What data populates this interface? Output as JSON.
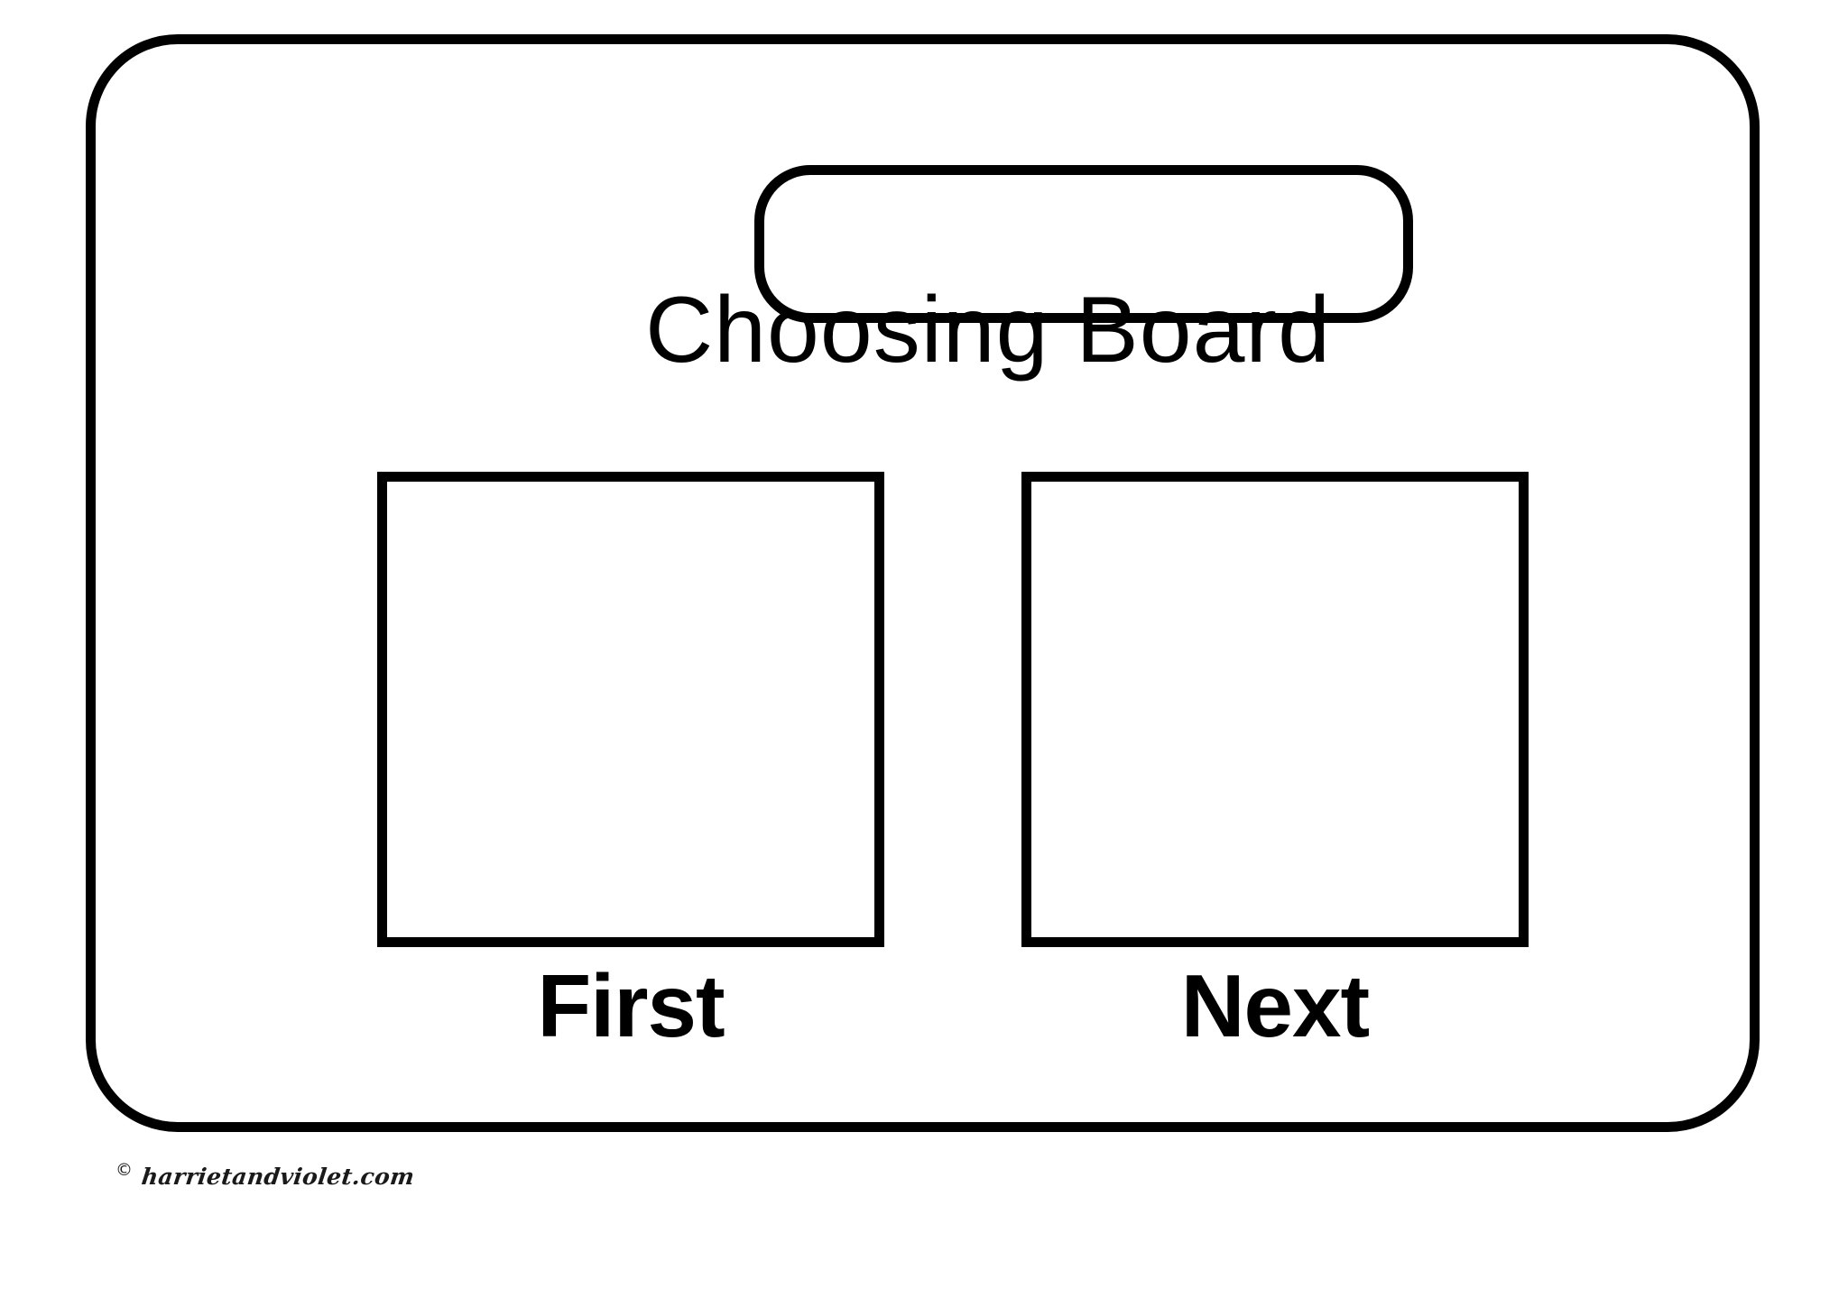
{
  "page": {
    "title": "Choosing Board",
    "background_color": "#ffffff",
    "ink_color": "#000000"
  },
  "board": {
    "title": "Choosing Board",
    "handle": {
      "name": "hanging-handle-slot",
      "label": ""
    },
    "slots": [
      {
        "id": "first",
        "caption": "First",
        "content": ""
      },
      {
        "id": "next",
        "caption": "Next",
        "content": ""
      }
    ]
  },
  "credit": {
    "mark": "©",
    "text": "harrietandviolet.com"
  }
}
